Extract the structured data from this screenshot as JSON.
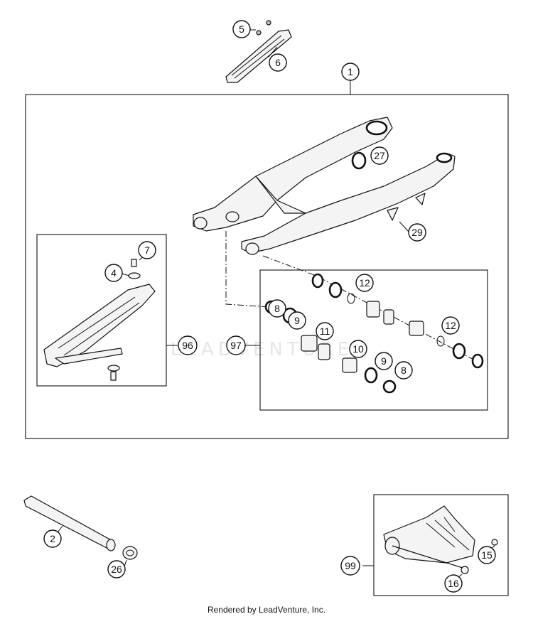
{
  "callouts": {
    "c1": "1",
    "c2": "2",
    "c4": "4",
    "c5": "5",
    "c6": "6",
    "c7": "7",
    "c8a": "8",
    "c8b": "8",
    "c9a": "9",
    "c9b": "9",
    "c10": "10",
    "c11": "11",
    "c12a": "12",
    "c12b": "12",
    "c15": "15",
    "c16": "16",
    "c26": "26",
    "c27": "27",
    "c29": "29",
    "c96": "96",
    "c97": "97",
    "c99": "99"
  },
  "watermark": "LEADVENTURE",
  "footer": "Rendered by LeadVenture, Inc."
}
